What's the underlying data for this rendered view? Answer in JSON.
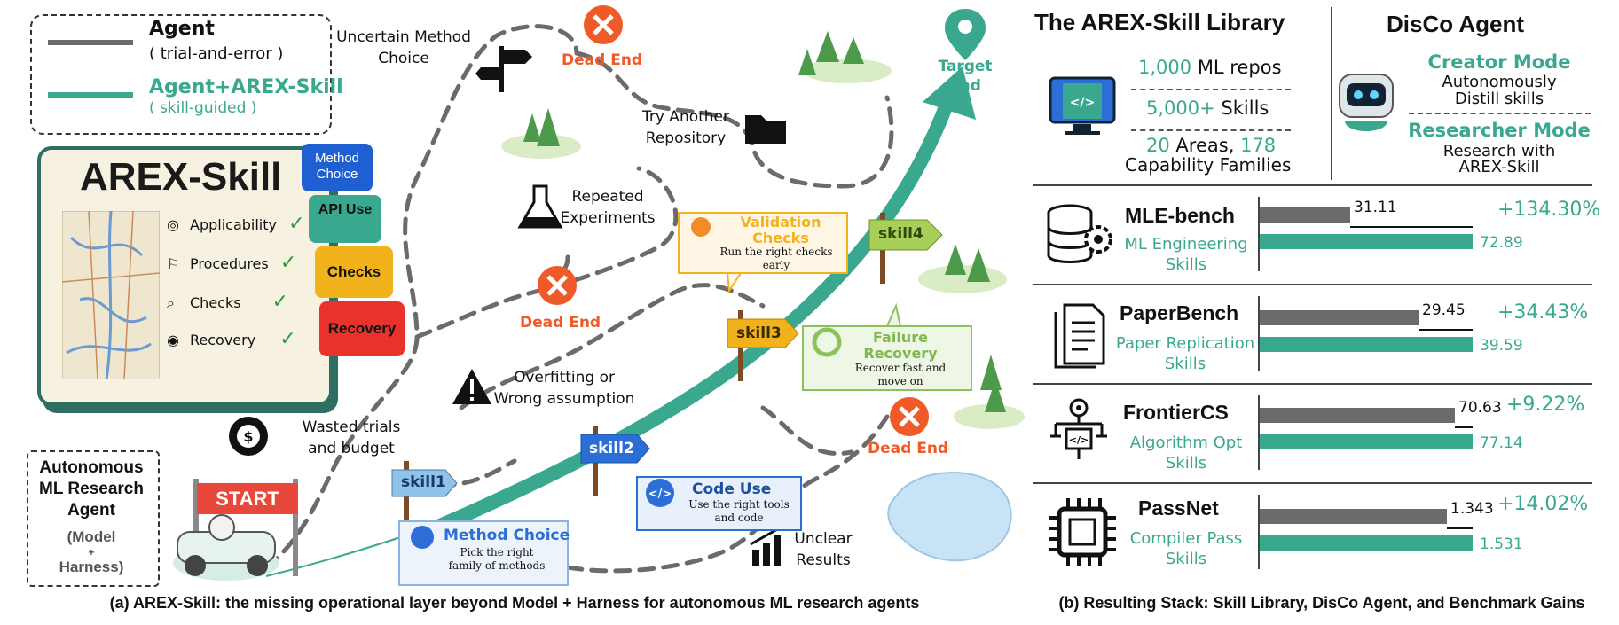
{
  "legend": {
    "agent_label": "Agent",
    "agent_sub": "( trial-and-error )",
    "arex_label": "Agent+AREX-Skill",
    "arex_sub": "( skill-guided )",
    "colors": {
      "agent": "#6b6b6b",
      "arex": "#3aa88f"
    }
  },
  "book": {
    "title": "AREX-Skill",
    "items": [
      "Applicability",
      "Procedures",
      "Checks",
      "Recovery"
    ],
    "tabs": [
      "Method Choice",
      "API Use",
      "Checks",
      "Recovery"
    ],
    "tab_colors": [
      "#1f5fd1",
      "#3aa88f",
      "#f2b21b",
      "#e8322b"
    ]
  },
  "autonomous": {
    "line1": "Autonomous",
    "line2": "ML Research",
    "line3": "Agent",
    "line4": "(Model",
    "line5": "+",
    "line6": "Harness)"
  },
  "start_label": "START",
  "map": {
    "uncertain": "Uncertain Method Choice",
    "dead_end": "Dead End",
    "try_another": "Try Another Repository",
    "repeated": "Repeated Experiments",
    "overfitting": "Overfitting or Wrong assumption",
    "wasted": "Wasted trials and budget",
    "unclear": "Unclear Results",
    "target": "Target End",
    "skills": [
      "skill1",
      "skill2",
      "skill3",
      "skill4"
    ],
    "validation_title": "Validation Checks",
    "validation_body": "Run the right checks early",
    "failure_title": "Failure Recovery",
    "failure_body": "Recover fast and move on",
    "code_title": "Code Use",
    "code_body": "Use the right tools and code",
    "method_title": "Method Choice",
    "method_body": "Pick the right family of methods"
  },
  "caption_a": "(a) AREX-Skill: the missing operational layer beyond Model + Harness for autonomous ML research agents",
  "library": {
    "title": "The AREX-Skill Library",
    "repos_num": "1,000",
    "repos_text": "ML repos",
    "skills_num": "5,000+",
    "skills_text": "Skills",
    "areas_num": "20",
    "areas_text": "Areas,",
    "families_num": "178",
    "families_text": "Capability Families"
  },
  "disco": {
    "title": "DisCo Agent",
    "creator": "Creator Mode",
    "creator_desc1": "Autonomously",
    "creator_desc2": "Distill skills",
    "researcher": "Researcher Mode",
    "researcher_desc1": "Research with",
    "researcher_desc2": "AREX-Skill"
  },
  "chart_data": {
    "type": "bar",
    "series": [
      {
        "name": "Agent"
      },
      {
        "name": "Agent+AREX-Skill"
      }
    ],
    "benchmarks": [
      {
        "name": "MLE-bench",
        "sub": "ML Engineering Skills",
        "baseline": 31.11,
        "arex": 72.89,
        "baseline_label": "31.11",
        "arex_label": "72.89",
        "gain": "+134.30%"
      },
      {
        "name": "PaperBench",
        "sub": "Paper Replication Skills",
        "baseline": 29.45,
        "arex": 39.59,
        "baseline_label": "29.45",
        "arex_label": "39.59",
        "gain": "+34.43%"
      },
      {
        "name": "FrontierCS",
        "sub": "Algorithm Opt Skills",
        "baseline": 70.63,
        "arex": 77.14,
        "baseline_label": "70.63",
        "arex_label": "77.14",
        "gain": "+9.22%"
      },
      {
        "name": "PassNet",
        "sub": "Compiler Pass Skills",
        "baseline": 1.343,
        "arex": 1.531,
        "baseline_label": "1.343",
        "arex_label": "1.531",
        "gain": "+14.02%"
      }
    ]
  },
  "caption_b": "(b) Resulting Stack: Skill Library, DisCo Agent, and Benchmark Gains"
}
